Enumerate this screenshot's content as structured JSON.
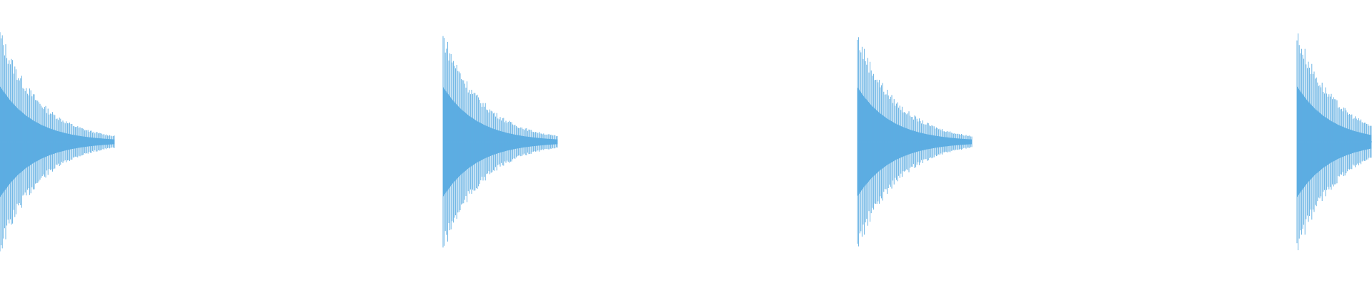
{
  "waveform": {
    "color": "#5dade2",
    "background": "#ffffff",
    "clips": [
      {
        "peak": 0.98,
        "decay_shape": "exponential"
      },
      {
        "peak": 0.97,
        "decay_shape": "exponential"
      },
      {
        "peak": 0.96,
        "decay_shape": "exponential"
      },
      {
        "peak": 0.98,
        "decay_shape": "exponential"
      }
    ]
  }
}
